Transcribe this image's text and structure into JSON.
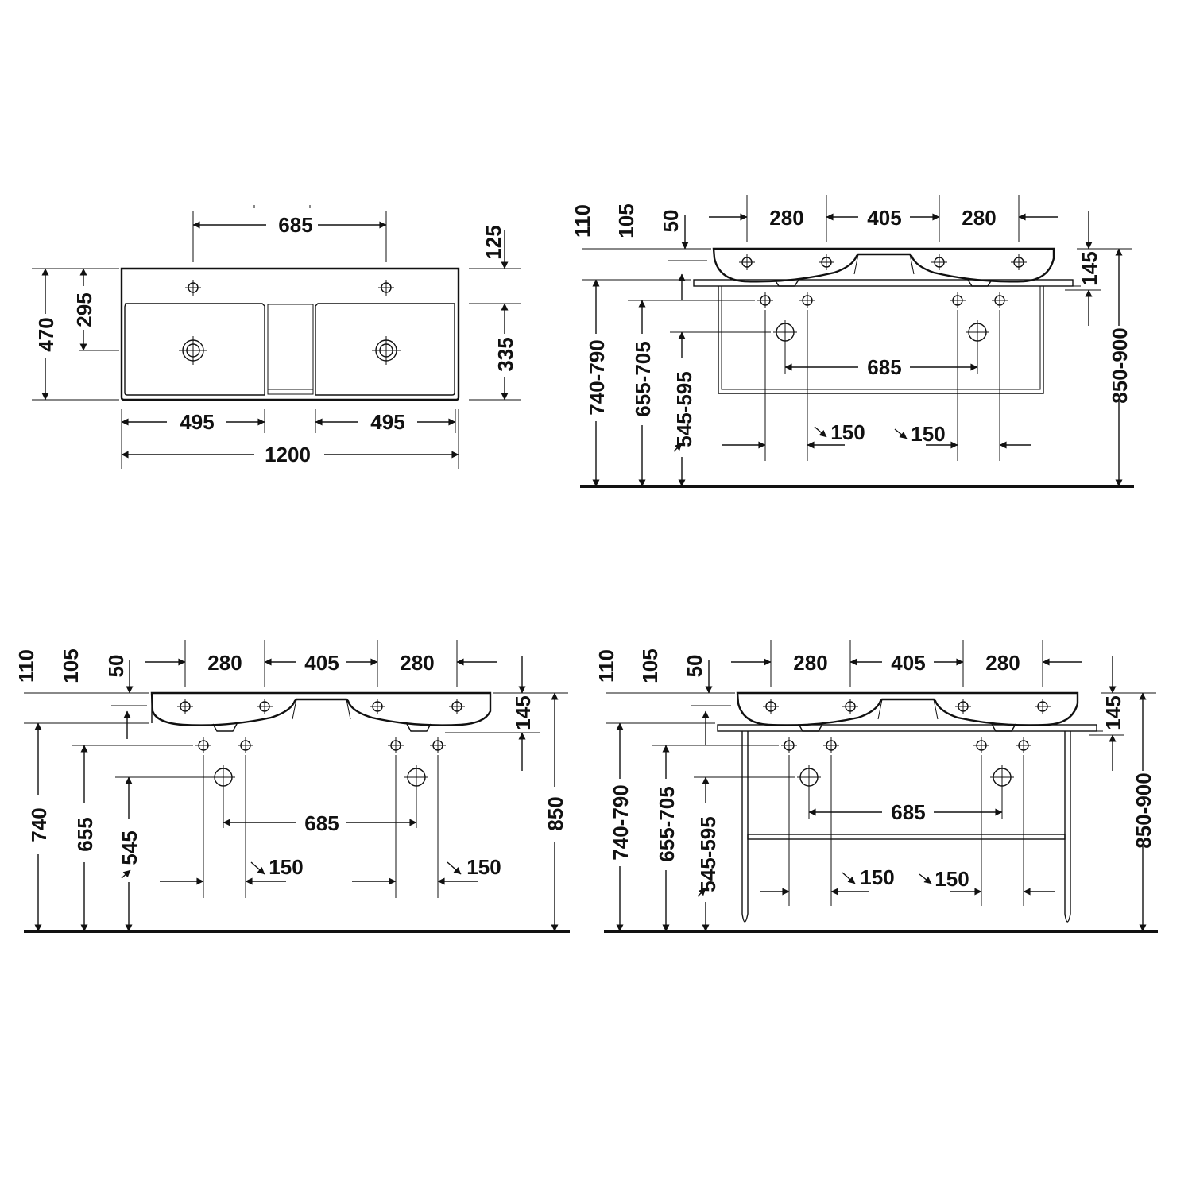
{
  "colors": {
    "ink": "#111111",
    "background": "#ffffff"
  },
  "top_view": {
    "dim_tap_spacing": "685",
    "dim_tap_depth": "125",
    "dim_total_depth": "470",
    "dim_drain_depth": "295",
    "dim_bowl_depth": "335",
    "dim_bowl_width_left": "495",
    "dim_bowl_width_right": "495",
    "dim_total_width": "1200"
  },
  "front_view_stand": {
    "dim_110": "110",
    "dim_105": "105",
    "dim_50": "50",
    "dim_280_left": "280",
    "dim_405": "405",
    "dim_280_right": "280",
    "dim_145": "145",
    "dim_height_740": "740-790",
    "dim_height_655": "655-705",
    "dim_height_545": "545-595",
    "dim_height_850": "850-900",
    "dim_drain_spacing": "685",
    "dim_150_left": "150",
    "dim_150_right": "150"
  },
  "front_view_wall": {
    "dim_110": "110",
    "dim_105": "105",
    "dim_50": "50",
    "dim_280_left": "280",
    "dim_405": "405",
    "dim_280_right": "280",
    "dim_145": "145",
    "dim_height_740": "740",
    "dim_height_655": "655",
    "dim_height_545": "545",
    "dim_height_850": "850",
    "dim_drain_spacing": "685",
    "dim_150_left": "150",
    "dim_150_right": "150"
  },
  "front_view_frame": {
    "dim_110": "110",
    "dim_105": "105",
    "dim_50": "50",
    "dim_280_left": "280",
    "dim_405": "405",
    "dim_280_right": "280",
    "dim_145": "145",
    "dim_height_740": "740-790",
    "dim_height_655": "655-705",
    "dim_height_545": "545-595",
    "dim_height_850": "850-900",
    "dim_drain_spacing": "685",
    "dim_150_left": "150",
    "dim_150_right": "150"
  }
}
